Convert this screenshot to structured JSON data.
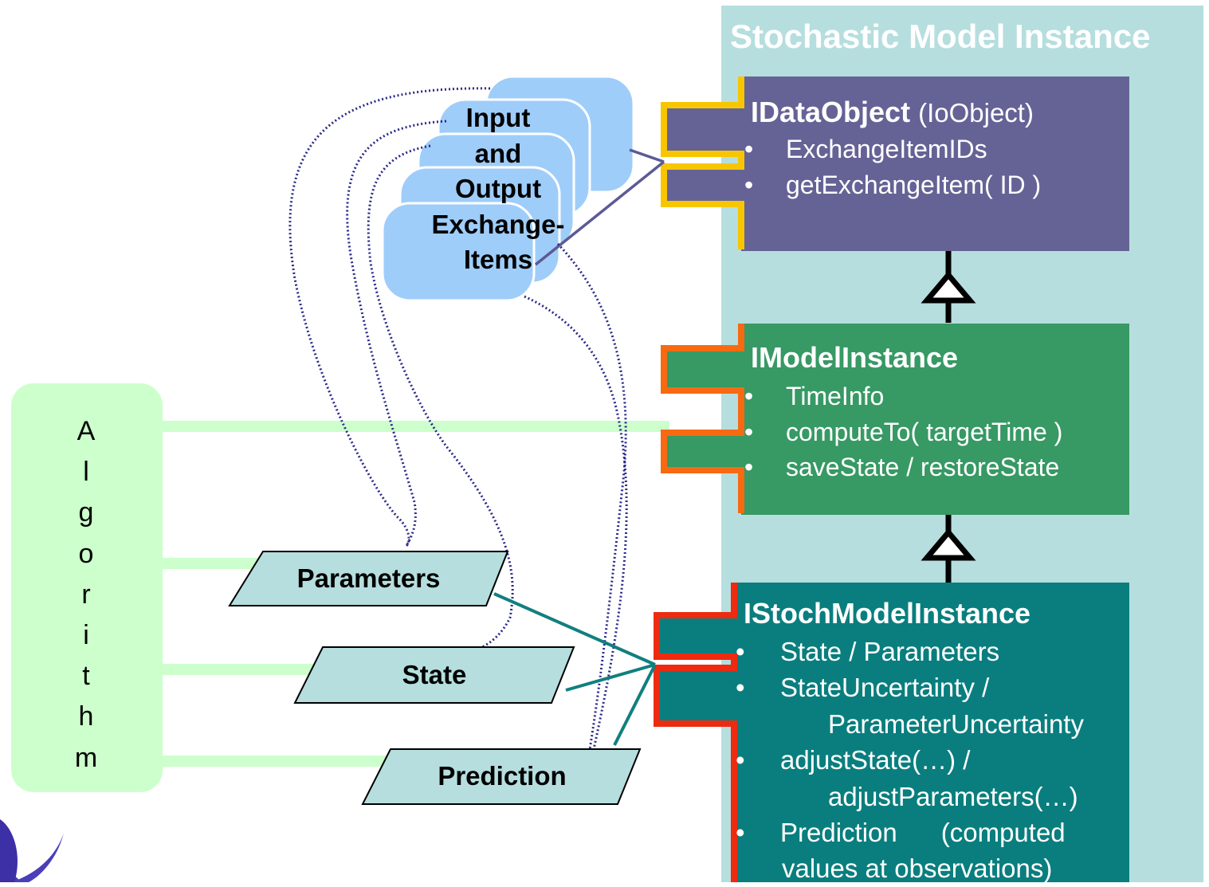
{
  "panel": {
    "title": "Stochastic Model Instance"
  },
  "idataobject": {
    "title": "IDataObject",
    "subtitle": "(IoObject)",
    "items": [
      "ExchangeItemIDs",
      "getExchangeItem( ID )"
    ]
  },
  "imodelinstance": {
    "title": "IModelInstance",
    "items": [
      "TimeInfo",
      "computeTo( targetTime )",
      "saveState / restoreState"
    ]
  },
  "istochmodelinstance": {
    "title": "IStochModelInstance",
    "items": [
      "State / Parameters",
      "StateUncertainty /",
      "ParameterUncertainty",
      "adjustState(…) /",
      "adjustParameters(…)",
      "Prediction",
      "(computed",
      "values at observations)"
    ]
  },
  "exchange_items": {
    "lines": [
      "Input",
      "and",
      "Output",
      "Exchange-",
      "Items"
    ]
  },
  "algorithm": {
    "letters": [
      "A",
      "l",
      "g",
      "o",
      "r",
      "i",
      "t",
      "h",
      "m"
    ]
  },
  "io": {
    "parameters": "Parameters",
    "state": "State",
    "prediction": "Prediction"
  },
  "colors": {
    "panel": "#b6dede",
    "idataobject": "#656395",
    "imodelinstance": "#379964",
    "istochmodelinstance": "#0a7e7e",
    "port_yellow": "#f7c600",
    "port_orange": "#f76a12",
    "port_red": "#ee2a10",
    "cloud": "#9fcdfa",
    "algorithm": "#ccffcc",
    "io_fill": "#b6dede",
    "teal_line": "#117f7f",
    "dotted": "#2a2a8a"
  },
  "icons": {
    "logo": "corner-logo-icon",
    "inheritance": "inheritance-arrow-icon"
  }
}
